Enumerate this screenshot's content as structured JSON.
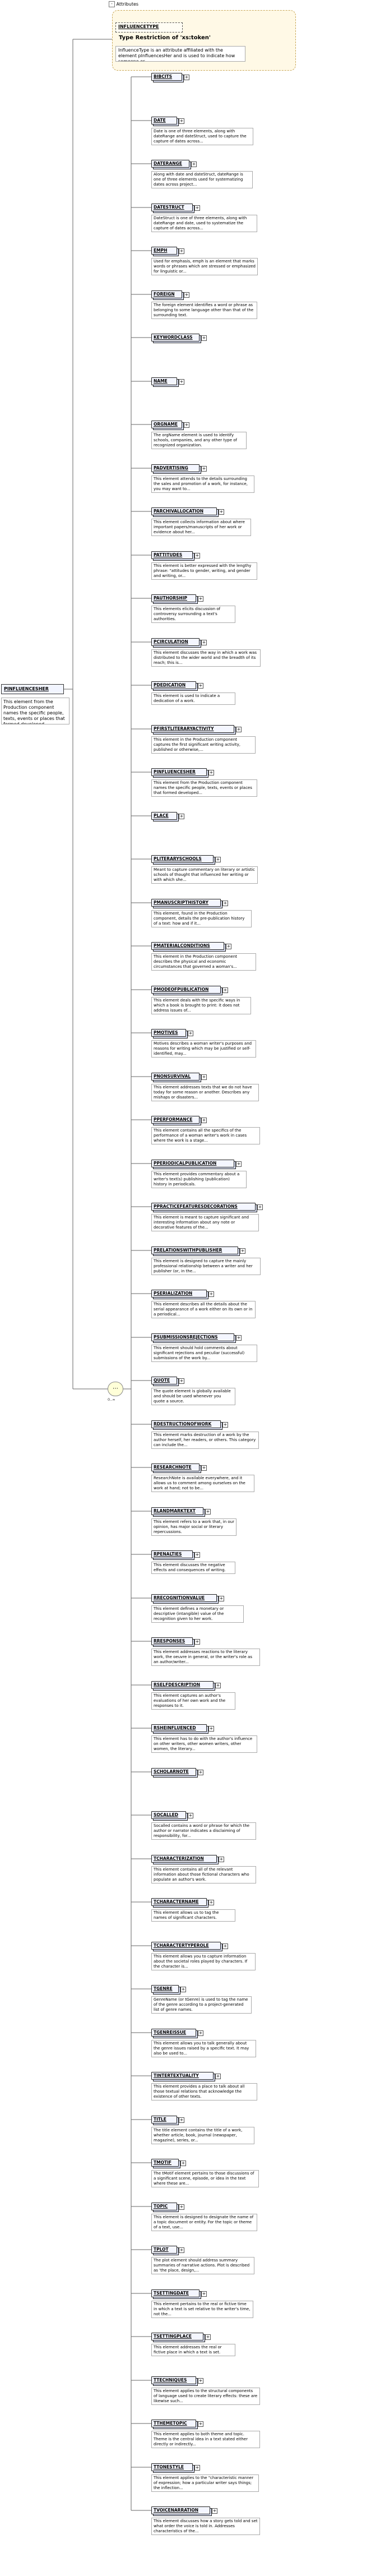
{
  "attributes": {
    "header": "Attributes",
    "toggle": "-",
    "attribute_name": "INFLUENCETYPE",
    "type_text": "Type   Restriction of 'xs:token'",
    "doc": "InfluenceType is an attribute affiliated with the element pInfluencesHer and is used to indicate how someone or..."
  },
  "root": {
    "name": "PINFLUENCESHER",
    "doc": "This element from the Production component names the specific people, texts, events or places that formed developed..."
  },
  "sequence": {
    "symbol": "⋯",
    "cardinality": "0..∞"
  },
  "elements": [
    {
      "name": "BIBCITS",
      "doc": ""
    },
    {
      "name": "DATE",
      "doc": "Date is one of three elements, along with dateRange and dateStruct, used to capture the capture of dates across..."
    },
    {
      "name": "DATERANGE",
      "doc": "Along with date and dateStruct, dateRange is one of three elements used for systematizing dates across project..."
    },
    {
      "name": "DATESTRUCT",
      "doc": "DateStruct is one of three elements, along with dateRange and date, used to systematize the capture of dates across..."
    },
    {
      "name": "EMPH",
      "doc": "Used for emphasis, emph is an element that marks words or phrases which are stressed or emphasized for linguistic or..."
    },
    {
      "name": "FOREIGN",
      "doc": "The foreign element identifies a word or phrase as belonging to some language other than that of the surrounding text."
    },
    {
      "name": "KEYWORDCLASS",
      "doc": ""
    },
    {
      "name": "NAME",
      "doc": ""
    },
    {
      "name": "ORGNAME",
      "doc": "The orgName element is used to identify schools, companies, and any other type of recognized organization."
    },
    {
      "name": "PADVERTISING",
      "doc": "This element attends to the details surrounding the sales and promotion of a work, for instance, you may want to..."
    },
    {
      "name": "PARCHIVALLOCATION",
      "doc": "This element collects information about where important papers/manuscripts of her work or evidence about her..."
    },
    {
      "name": "PATTITUDES",
      "doc": "This element is better expressed with the lengthy phrase: \"attitudes to gender, writing, and gender and writing, or..."
    },
    {
      "name": "PAUTHORSHIP",
      "doc": "This elements elicits discussion of controversy surrounding a text's authorities."
    },
    {
      "name": "PCIRCULATION",
      "doc": "This element discusses the way in which a work was distributed to the wider world and the breadth of its reach; this is..."
    },
    {
      "name": "PDEDICATION",
      "doc": "This element is used to indicate a dedication of a work."
    },
    {
      "name": "PFIRSTLITERARYACTIVITY",
      "doc": "This element in the Production component captures the first significant writing activity, published or otherwise,..."
    },
    {
      "name": "PINFLUENCESHER",
      "doc": "This element from the Production component names the specific people, texts, events or places that formed developed..."
    },
    {
      "name": "PLACE",
      "doc": ""
    },
    {
      "name": "PLITERARYSCHOOLS",
      "doc": "Meant to capture commentary on literary or artistic schools of thought that influenced her writing or with which she..."
    },
    {
      "name": "PMANUSCRIPTHISTORY",
      "doc": "This element, found in the Production component, details the pre-publication history of a text: how and if it..."
    },
    {
      "name": "PMATERIALCONDITIONS",
      "doc": "This element in the Production component describes the physical and economic circumstances that governed a woman's..."
    },
    {
      "name": "PMODEOFPUBLICATION",
      "doc": "This element deals with the specific ways in which a book is brought to print: it does not address issues of..."
    },
    {
      "name": "PMOTIVES",
      "doc": "Motives describes a woman writer's purposes and reasons for writing which may be justified or self-identified, may..."
    },
    {
      "name": "PNONSURVIVAL",
      "doc": "This element addresses texts that we do not have today for some reason or another. Describes any mishaps or disasters..."
    },
    {
      "name": "PPERFORMANCE",
      "doc": "This element contains all the specifics of the performance of a woman writer's work in cases where the work is a stage..."
    },
    {
      "name": "PPERIODICALPUBLICATION",
      "doc": "This element provides commentary about a writer's text(s) publishing (publication) history in periodicals."
    },
    {
      "name": "PPRACTICEFEATURESDECORATIONS",
      "doc": "This element is meant to capture significant and interesting information about any note or decorative features of the..."
    },
    {
      "name": "PRELATIONSWITHPUBLISHER",
      "doc": "This element is designed to capture the mainly professional relationship between a writer and her publisher (or, in the..."
    },
    {
      "name": "PSERIALIZATION",
      "doc": "This element describes all the details about the serial appearance of a work either on its own or in a periodical..."
    },
    {
      "name": "PSUBMISSIONSREJECTIONS",
      "doc": "This element should hold comments about significant rejections and peculiar (successful) submissions of the work by..."
    },
    {
      "name": "QUOTE",
      "doc": "The quote element is globally available and should be used whenever you quote a source."
    },
    {
      "name": "RDESTRUCTIONOFWORK",
      "doc": "This element marks destruction of a work by the author herself, her readers, or others. This category can include the..."
    },
    {
      "name": "RESEARCHNOTE",
      "doc": "ResearchNote is available everywhere, and it allows us to comment among ourselves on the work at hand; not to be..."
    },
    {
      "name": "RLANDMARKTEXT",
      "doc": "This element refers to a work that, in our opinion, has major social or literary repercussions."
    },
    {
      "name": "RPENALTIES",
      "doc": "This element discusses the negative effects and consequences of writing."
    },
    {
      "name": "RRECOGNITIONVALUE",
      "doc": "This element defines a monetary or descriptive (intangible) value of the recognition given to her work."
    },
    {
      "name": "RRESPONSES",
      "doc": "This element addresses reactions to the literary work, the oeuvre in general, or the writer's role as an author/writer..."
    },
    {
      "name": "RSELFDESCRIPTION",
      "doc": "This element captures an author's evaluations of her own work and the responses to it."
    },
    {
      "name": "RSHEINFLUENCED",
      "doc": "This element has to do with the author's influence on other writers, other women writers, other women, the literary..."
    },
    {
      "name": "SCHOLARNOTE",
      "doc": ""
    },
    {
      "name": "SOCALLED",
      "doc": "Socalled contains a word or phrase for which the author or narrator indicates a disclaiming of responsibility, for..."
    },
    {
      "name": "TCHARACTERIZATION",
      "doc": "This element contains all of the relevant information about those fictional characters who populate an author's work."
    },
    {
      "name": "TCHARACTERNAME",
      "doc": "This element allows us to tag the names of significant characters."
    },
    {
      "name": "TCHARACTERTYPEROLE",
      "doc": "This element allows you to capture information about the societal roles played by characters. If the character is..."
    },
    {
      "name": "TGENRE",
      "doc": "GenreName (or tGenre) is used to tag the name of the genre according to a project-generated list of genre names."
    },
    {
      "name": "TGENREISSUE",
      "doc": "This element allows you to talk generally about the genre issues raised by a specific text. It may also be used to..."
    },
    {
      "name": "TINTERTEXTUALITY",
      "doc": "This element provides a place to talk about all those textual relations that acknowledge the existence of other texts."
    },
    {
      "name": "TITLE",
      "doc": "The title element contains the title of a work, whether article, book, journal (newspaper, magazine), series, or..."
    },
    {
      "name": "TMOTIF",
      "doc": "The tMotif element pertains to those discussions of a significant scene, episode, or idea in the text where these are..."
    },
    {
      "name": "TOPIC",
      "doc": "This element is designed to designate the name of a topic document or entity. For the topic or theme of a text, use..."
    },
    {
      "name": "TPLOT",
      "doc": "The plot element should address summary summaries of narrative actions. Plot is described as 'the place, design,..."
    },
    {
      "name": "TSETTINGDATE",
      "doc": "This element pertains to the real or fictive time in which a text is set relative to the writer's time, not the..."
    },
    {
      "name": "TSETTINGPLACE",
      "doc": "This element addresses the real or fictive place in which a text is set."
    },
    {
      "name": "TTECHNIQUES",
      "doc": "This element applies to the structural components of language used to create literary effects: these are likewise such..."
    },
    {
      "name": "TTHEMETOPIC",
      "doc": "This element applies to both theme and topic. Theme is the central idea in a text stated either directly or indirectly..."
    },
    {
      "name": "TTONESTYLE",
      "doc": "This element applies to the \"characteristic manner of expression; how a particular writer says things; the inflection..."
    },
    {
      "name": "TVOICENARRATION",
      "doc": "This element discusses how a story gets told and set what order the voice is told in. Addresses characteristics of the..."
    }
  ]
}
